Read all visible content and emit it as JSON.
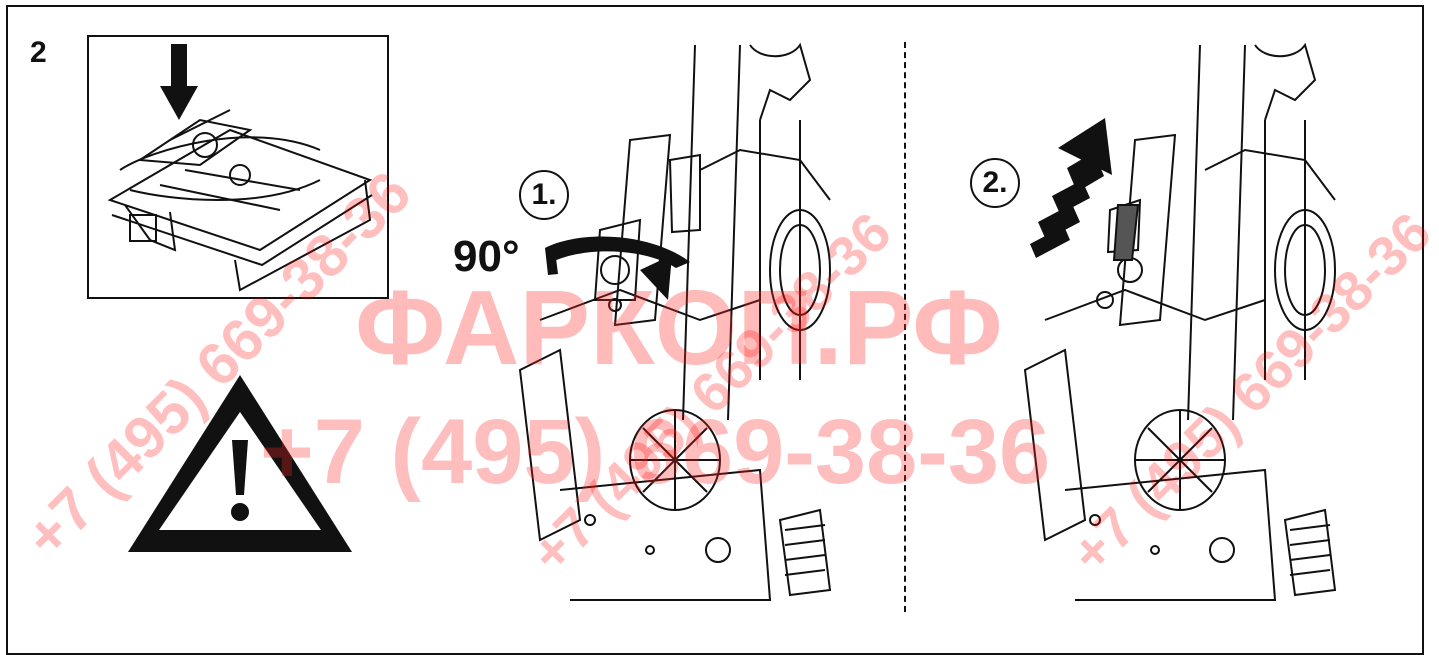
{
  "step": {
    "number": "2"
  },
  "instruction_1": {
    "marker": "1.",
    "angle": "90°"
  },
  "instruction_2": {
    "marker": "2."
  },
  "watermark": {
    "site": "ФАРКОП.РФ",
    "phone": "+7 (495) 669-38-36",
    "phone_diag": "+7 (495) 669-38-36"
  },
  "icons": [
    "down-arrow-icon",
    "warning-icon",
    "rotate-arrow-icon",
    "up-arrow-icon"
  ],
  "colors": {
    "line": "#111111",
    "watermark": "#ff2828"
  }
}
